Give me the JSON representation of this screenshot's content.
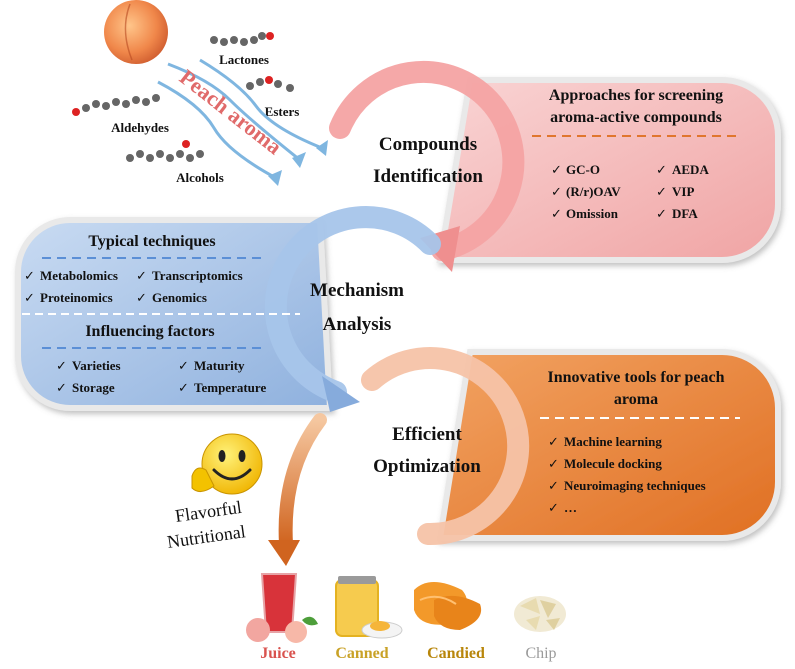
{
  "molecules": {
    "lactones": "Lactones",
    "esters": "Esters",
    "aldehydes": "Aldehydes",
    "alcohols": "Alcohols",
    "peach_aroma": "Peach aroma"
  },
  "steps": {
    "compounds": [
      "Compounds",
      "Identification"
    ],
    "mechanism": [
      "Mechanism",
      "Analysis"
    ],
    "optimization": [
      "Efficient",
      "Optimization"
    ]
  },
  "screening": {
    "title": [
      "Approaches for screening",
      "aroma-active compounds"
    ],
    "items_left": [
      "GC-O",
      "(R/r)OAV",
      "Omission"
    ],
    "items_right": [
      "AEDA",
      "VIP",
      "DFA"
    ]
  },
  "techniques": {
    "title": "Typical techniques",
    "items": [
      "Metabolomics",
      "Transcriptomics",
      "Proteinomics",
      "Genomics"
    ]
  },
  "factors": {
    "title": "Influencing factors",
    "items": [
      "Varieties",
      "Maturity",
      "Storage",
      "Temperature"
    ]
  },
  "tools": {
    "title": [
      "Innovative tools for peach",
      "aroma"
    ],
    "items": [
      "Machine learning",
      "Molecule docking",
      "Neuroimaging techniques",
      "…"
    ]
  },
  "benefits": [
    "Flavorful",
    "Nutritional"
  ],
  "products": [
    {
      "label": "Juice",
      "color": "#d9534f"
    },
    {
      "label": "Canned",
      "color": "#c9a227"
    },
    {
      "label": "Candied",
      "color": "#b8860b"
    },
    {
      "label": "Chip",
      "color": "#9a9a9a"
    }
  ],
  "check_mark": "✓",
  "colors": {
    "screening_bg": "#f3b3b3",
    "techniques_bg": "#a9c3e6",
    "tools_bg": "#ec8a3a",
    "divider_orange": "#e0762e",
    "divider_blue": "#5b8fd6"
  }
}
